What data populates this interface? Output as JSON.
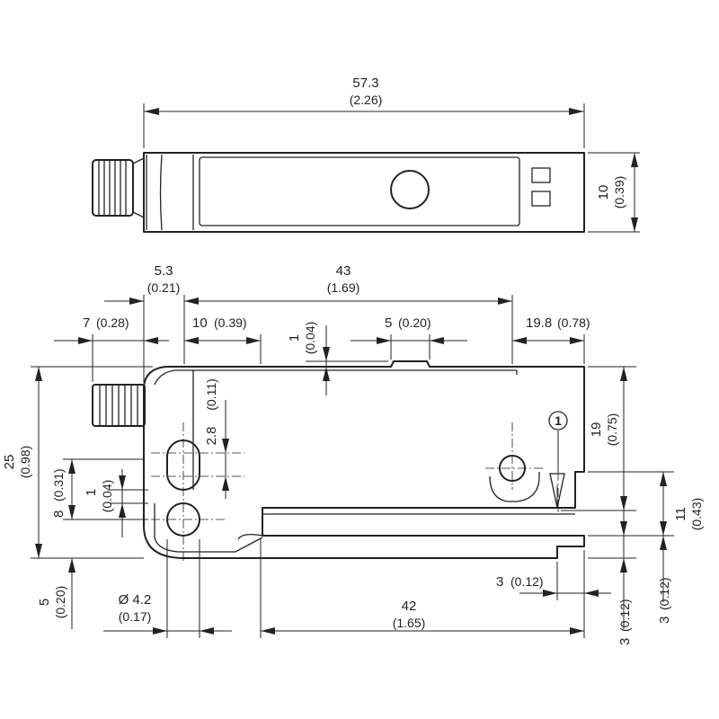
{
  "dimensions": {
    "top_width": {
      "mm": "57.3",
      "in": "(2.26)"
    },
    "top_height": {
      "mm": "10",
      "in": "(0.39)"
    },
    "connector_offset": {
      "mm": "5.3",
      "in": "(0.21)"
    },
    "body_length": {
      "mm": "43",
      "in": "(1.69)"
    },
    "connector_length": {
      "mm": "7",
      "in": "(0.28)"
    },
    "hole_offset": {
      "mm": "10",
      "in": "(0.39)"
    },
    "step_height": {
      "mm": "1",
      "in": "(0.04)"
    },
    "button_width": {
      "mm": "5",
      "in": "(0.20)"
    },
    "fork_depth": {
      "mm": "19.8",
      "in": "(0.78)"
    },
    "slot_width": {
      "mm": "2.8",
      "in": "(0.11)"
    },
    "overall_height": {
      "mm": "25",
      "in": "(0.98)"
    },
    "hole_spacing": {
      "mm": "8",
      "in": "(0.31)"
    },
    "hole_gap": {
      "mm": "1",
      "in": "(0.04)"
    },
    "upper_arm": {
      "mm": "19",
      "in": "(0.75)"
    },
    "fork_gap": {
      "mm": "11",
      "in": "(0.43)"
    },
    "bottom_offset": {
      "mm": "5",
      "in": "(0.20)"
    },
    "hole_diameter": {
      "mm": "Ø 4.2",
      "in": "(0.17)"
    },
    "lower_arm": {
      "mm": "42",
      "in": "(1.65)"
    },
    "tip_offset": {
      "mm": "3",
      "in": "(0.12)"
    },
    "beam_offset_1": {
      "mm": "3",
      "in": "(0.12)"
    },
    "beam_offset_2": {
      "mm": "3",
      "in": "(0.12)"
    }
  },
  "callout": "1"
}
